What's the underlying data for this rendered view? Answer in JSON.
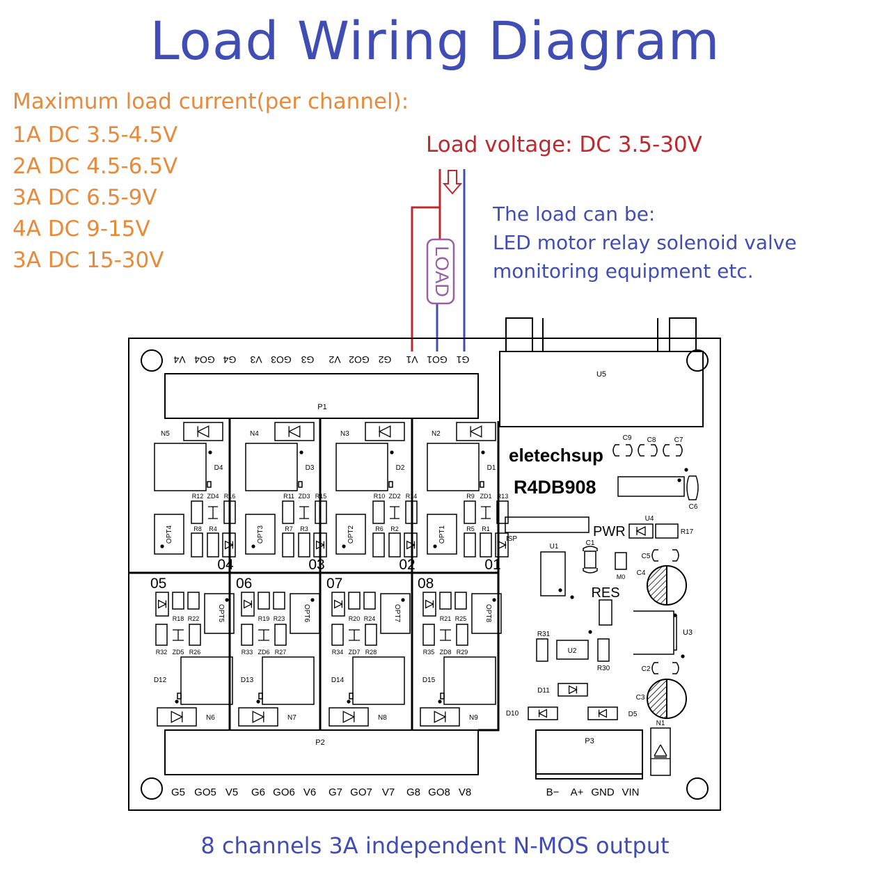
{
  "title": "Load Wiring Diagram",
  "max_load": {
    "heading": "Maximum load current(per channel):",
    "rows": [
      "1A DC 3.5-4.5V",
      "2A DC 4.5-6.5V",
      "3A DC 6.5-9V",
      "4A DC 9-15V",
      "3A DC 15-30V"
    ]
  },
  "load_voltage": "Load voltage: DC 3.5-30V",
  "load_label": "LOAD",
  "load_can_be": {
    "heading": "The load can be:",
    "lines": [
      "LED motor relay solenoid valve",
      "monitoring equipment etc."
    ]
  },
  "board": {
    "brand": "eletechsup",
    "model": "R4DB908",
    "top_pins": [
      "V4",
      "GO4",
      "G4",
      "V3",
      "GO3",
      "G3",
      "V2",
      "GO2",
      "G2",
      "V1",
      "GO1",
      "G1"
    ],
    "bottom_pins": [
      "G5",
      "GO5",
      "V5",
      "G6",
      "GO6",
      "V6",
      "G7",
      "GO7",
      "V7",
      "G8",
      "GO8",
      "V8"
    ],
    "power_pins": [
      "B−",
      "A+",
      "GND",
      "VIN"
    ],
    "connectors": {
      "p1": "P1",
      "p2": "P2",
      "p3": "P3",
      "u5": "U5"
    },
    "channels_top": [
      {
        "num": "04",
        "n": "N5",
        "d": "D4",
        "opt": "OPT4",
        "r_top": [
          "R12",
          "ZD4",
          "R16"
        ],
        "r_bot": [
          "R8",
          "R4"
        ]
      },
      {
        "num": "03",
        "n": "N4",
        "d": "D3",
        "opt": "OPT3",
        "r_top": [
          "R11",
          "ZD3",
          "R15"
        ],
        "r_bot": [
          "R7",
          "R3"
        ]
      },
      {
        "num": "02",
        "n": "N3",
        "d": "D2",
        "opt": "OPT2",
        "r_top": [
          "R10",
          "ZD2",
          "R14"
        ],
        "r_bot": [
          "R6",
          "R2"
        ]
      },
      {
        "num": "01",
        "n": "N2",
        "d": "D1",
        "opt": "OPT1",
        "r_top": [
          "R9",
          "ZD1",
          "R13"
        ],
        "r_bot": [
          "R5",
          "R1"
        ]
      }
    ],
    "channels_bottom": [
      {
        "num": "05",
        "n": "N6",
        "d": "D12",
        "opt": "OPT5",
        "r_top": [
          "R18",
          "R22"
        ],
        "r_bot": [
          "R32",
          "ZD5",
          "R26"
        ]
      },
      {
        "num": "06",
        "n": "N7",
        "d": "D13",
        "opt": "OPT6",
        "r_top": [
          "R19",
          "R23"
        ],
        "r_bot": [
          "R33",
          "ZD6",
          "R27"
        ]
      },
      {
        "num": "07",
        "n": "N8",
        "d": "D14",
        "opt": "OPT7",
        "r_top": [
          "R20",
          "R24"
        ],
        "r_bot": [
          "R34",
          "ZD7",
          "R28"
        ]
      },
      {
        "num": "08",
        "n": "N9",
        "d": "D15",
        "opt": "OPT8",
        "r_top": [
          "R21",
          "R25"
        ],
        "r_bot": [
          "R35",
          "ZD8",
          "R29"
        ]
      }
    ],
    "labels": {
      "c9": "C9",
      "c8": "C8",
      "c7": "C7",
      "c6": "C6",
      "c5": "C5",
      "c4": "C4",
      "c3": "C3",
      "c2": "C2",
      "c1": "C1",
      "isp": "ISP",
      "pwr": "PWR",
      "u4": "U4",
      "r17": "R17",
      "u1": "U1",
      "m0": "M0",
      "res": "RES",
      "u3": "U3",
      "r31": "R31",
      "u2": "U2",
      "r30": "R30",
      "d11": "D11",
      "d10": "D10",
      "d5": "D5",
      "n1": "N1"
    }
  },
  "footer": "8 channels 3A independent N-MOS output",
  "colors": {
    "title": "#3f4db4",
    "spec": "#e98a3a",
    "voltage": "#c0282e",
    "wire_blue": "#3f4db4",
    "load_box": "#9b5ca8",
    "board": "#000000"
  }
}
